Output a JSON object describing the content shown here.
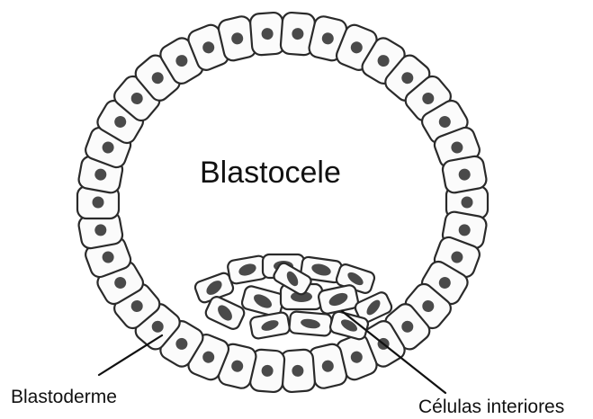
{
  "diagram": {
    "labels": {
      "cavity": "Blastocele",
      "outer_layer": "Blastoderme",
      "inner_cells": "Células interiores"
    },
    "colors": {
      "cell_fill": "#fbfbfb",
      "cell_outline": "#2a2a2a",
      "nucleus": "#4a4a4a",
      "text": "#111111"
    }
  }
}
